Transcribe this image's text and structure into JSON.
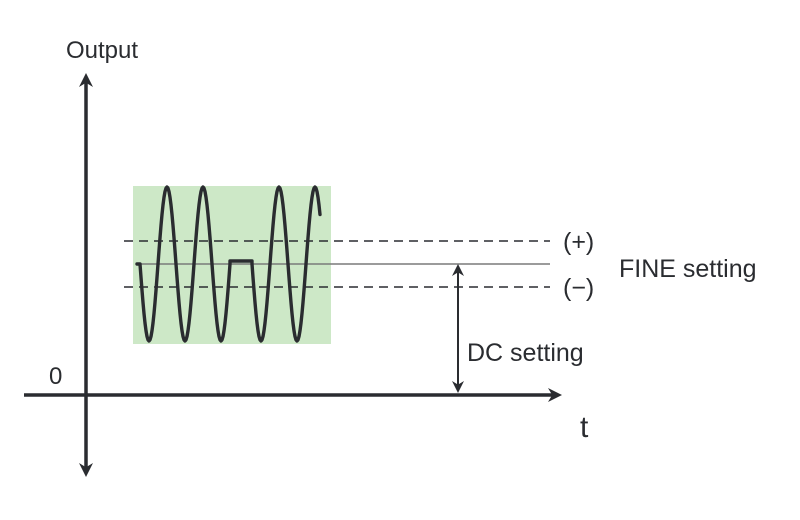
{
  "diagram": {
    "y_axis_label": "Output",
    "x_axis_label": "t",
    "origin_label": "0",
    "plus_label": "(+)",
    "minus_label": "(−)",
    "fine_label": "FINE setting",
    "dc_label": "DC setting",
    "colors": {
      "ink": "#2a2c30",
      "highlight": "#cde8c7",
      "center_line": "#7a7a7a"
    }
  }
}
